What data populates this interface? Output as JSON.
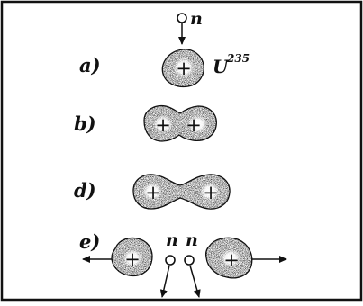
{
  "labels": {
    "a": "a)",
    "b": "b)",
    "d": "d)",
    "e": "e)"
  },
  "neutron": "n",
  "nucleus": {
    "symbol": "U",
    "mass_number": "235"
  },
  "charge_sign": "+"
}
